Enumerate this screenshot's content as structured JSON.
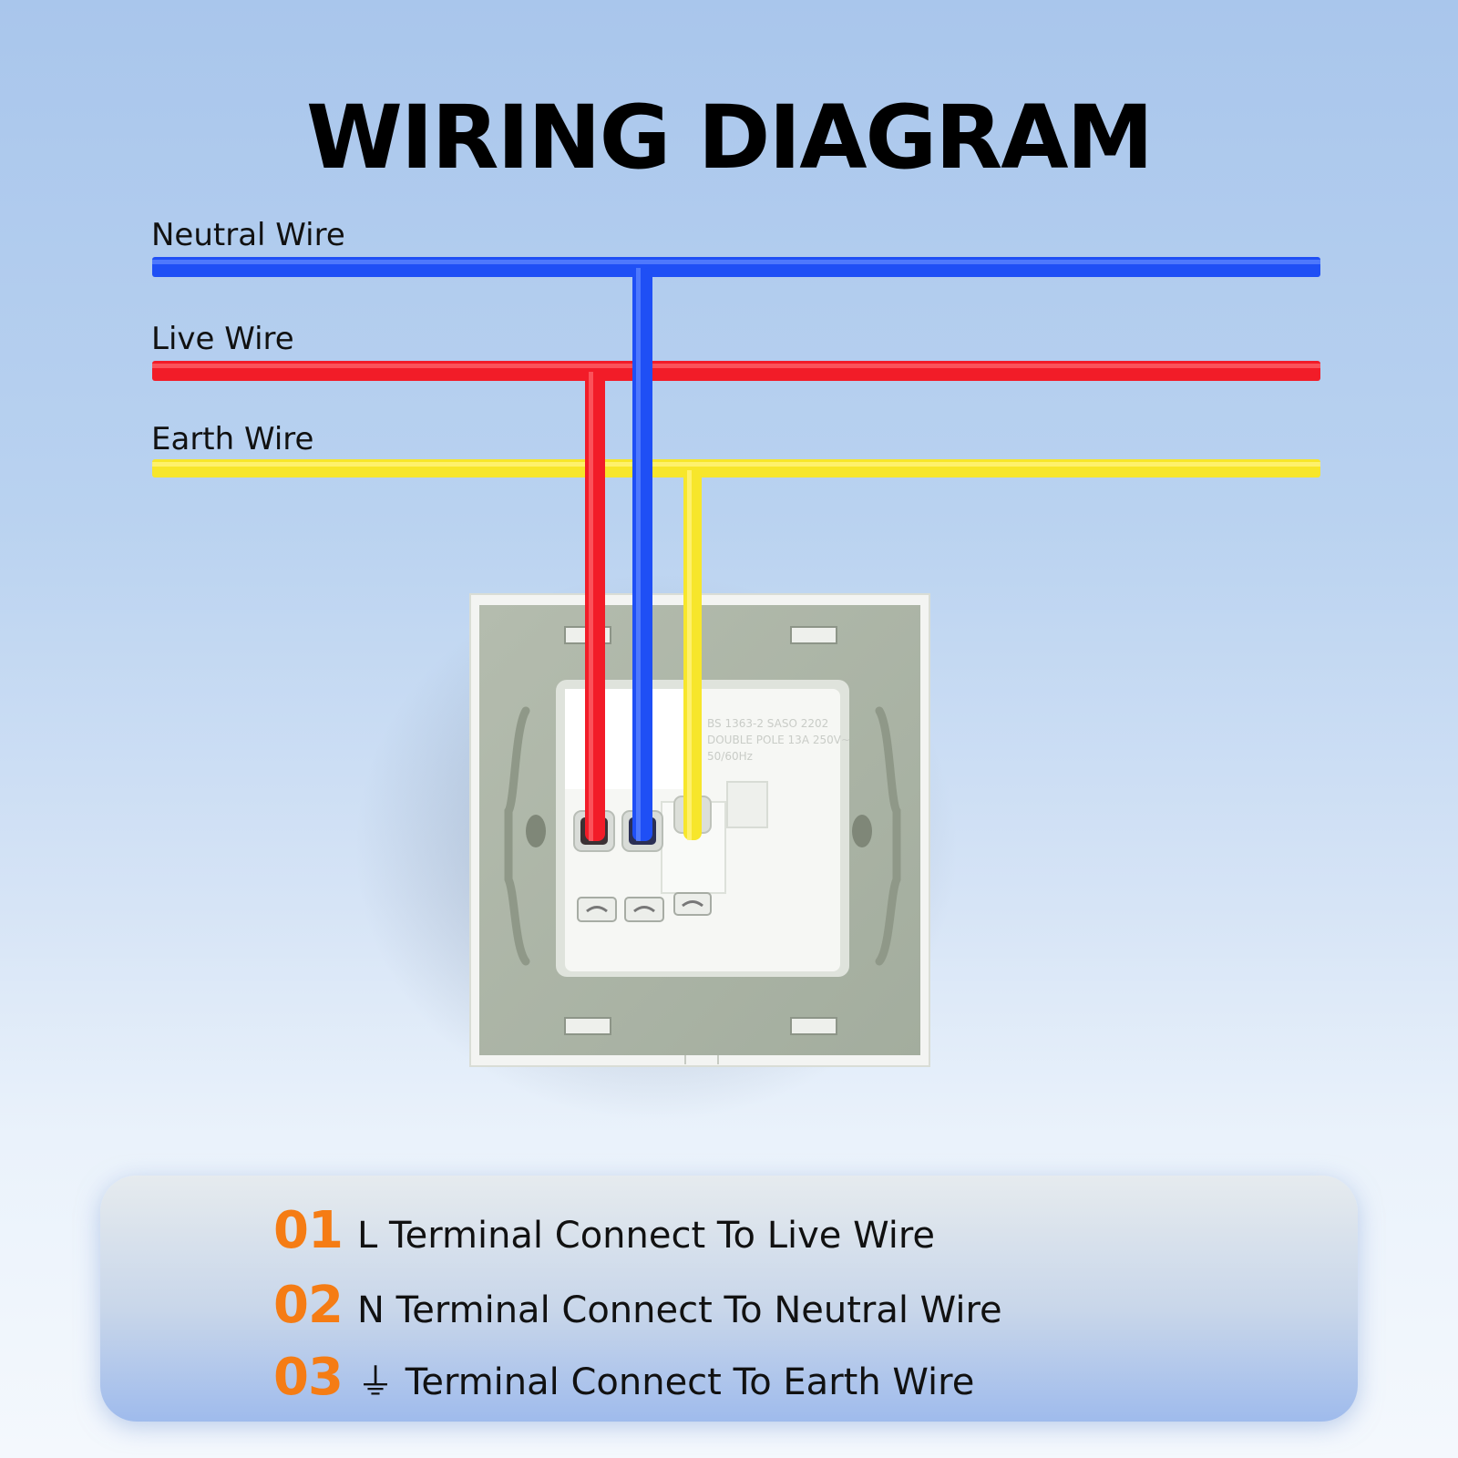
{
  "title": "WIRING DIAGRAM",
  "wires": [
    {
      "label": "Neutral Wire",
      "color": "#1f4ff5"
    },
    {
      "label": "Live Wire",
      "color": "#f21c28"
    },
    {
      "label": "Earth Wire",
      "color": "#f7e62b"
    }
  ],
  "socket_label": [
    "BS 1363-2 SASO 2202",
    "DOUBLE POLE 13A 250V~",
    "50/60Hz"
  ],
  "steps": [
    {
      "number": "01",
      "text": "L Terminal Connect To Live Wire"
    },
    {
      "number": "02",
      "text": "N Terminal Connect To Neutral Wire"
    },
    {
      "number": "03",
      "text": "⏚ Terminal Connect To Earth Wire"
    }
  ],
  "colors": {
    "accent": "#f57c14",
    "plate": "#a9b2a4",
    "socket": "#f6f7f4"
  }
}
